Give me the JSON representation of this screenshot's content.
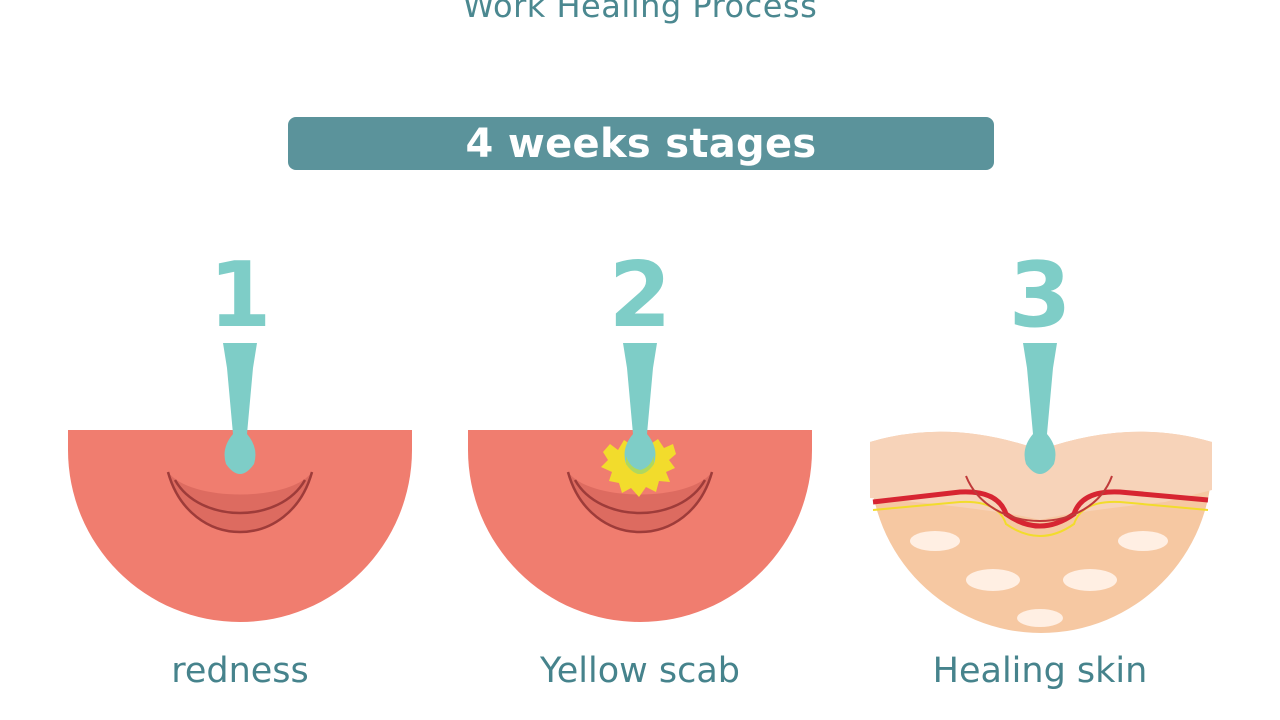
{
  "header": {
    "title": "Work Healing Process",
    "banner": "4 weeks stages"
  },
  "stages": [
    {
      "number": "1",
      "label": "redness"
    },
    {
      "number": "2",
      "label": "Yellow scab"
    },
    {
      "number": "3",
      "label": "Healing skin"
    }
  ],
  "colors": {
    "title": "#4b8890",
    "banner": "#5b939b",
    "number": "#7ecdc7",
    "label": "#46838c",
    "red_skin": "#f07d6f",
    "healing_skin": "#f6c8a2",
    "scab": "#f2dc2c",
    "red_line": "#d72532"
  }
}
